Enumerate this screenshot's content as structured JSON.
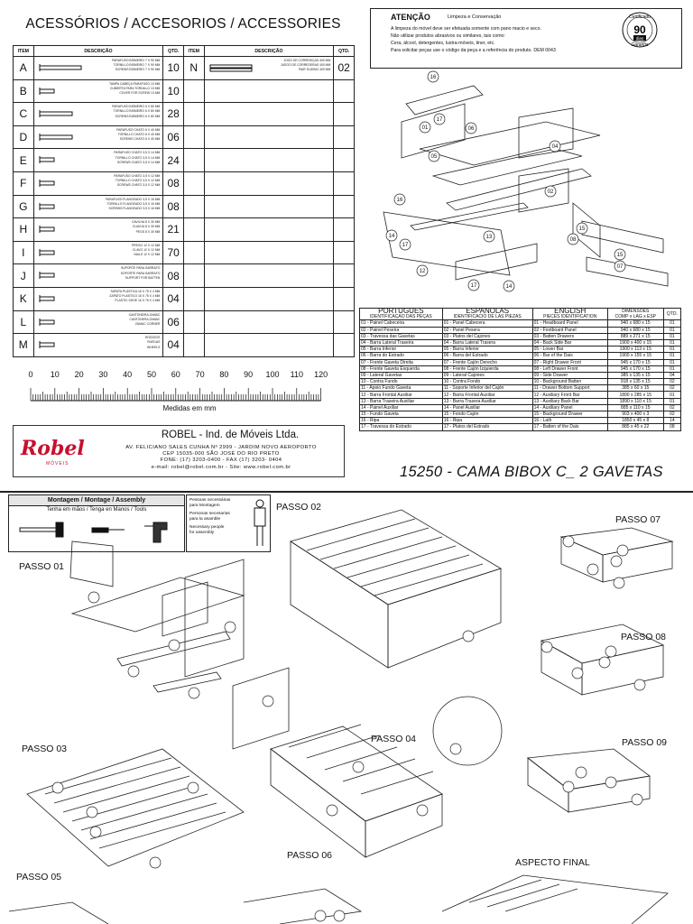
{
  "header": {
    "title": "ACESSÓRIOS / ACCESORIOS / ACCESSORIES"
  },
  "acc_table": {
    "col_item": "ITEM",
    "col_desc": "DESCRIÇÃO",
    "col_qty": "QTD.",
    "rows": [
      {
        "item": "A",
        "qty": "10",
        "desc": [
          "PARAFUSO BISMEIRO 7 X 90 MM",
          "TORNILLO BISMEIRO 7 X 90 MM",
          "SCREWS BISMEIRO 7 X 90 MM"
        ],
        "icon": "long-screw-icon"
      },
      {
        "item": "B",
        "qty": "10",
        "desc": [
          "TAMPA CABEÇA PARAFUSO 13 MM",
          "CUBIERTA PARA TORNILLO 13 MM",
          "COVER FOR SCREW 13 MM"
        ],
        "icon": "screw-cover-icon"
      },
      {
        "item": "C",
        "qty": "28",
        "desc": [
          "PARAFUSO BISMEIRO 6 X 80 MM",
          "TORNILLO BISMEIRO 6 X 80 MM",
          "SCREWS BISMEIRO 6 X 80 MM"
        ],
        "icon": "screw-icon"
      },
      {
        "item": "D",
        "qty": "06",
        "desc": [
          "PARAFUSO CHATO 6 X 40 MM",
          "TORNILLO CHATO 6 X 40 MM",
          "SCREWS CHATO 6 X 40 MM"
        ],
        "icon": "screw-icon"
      },
      {
        "item": "E",
        "qty": "24",
        "desc": [
          "PARAFUSO CHATO 3,5 X 14 MM",
          "TORNILLO CHATO 3,5 X 14 MM",
          "SCREWS CHATO 3,5 X 14 MM"
        ],
        "icon": "short-screw-icon"
      },
      {
        "item": "F",
        "qty": "08",
        "desc": [
          "PARAFUSO CHATO 3,5 X 12 MM",
          "TORNILLO CHATO 3,5 X 12 MM",
          "SCREWS CHATO 3,5 X 12 MM"
        ],
        "icon": "short-screw-icon"
      },
      {
        "item": "G",
        "qty": "08",
        "desc": [
          "PARAFUSO FLANGEADO 3,5 X 16 MM",
          "TORNILLO FLANGEADO 3,5 X 16 MM",
          "SCREWS FLANGEADO 3,5 X 16 MM"
        ],
        "icon": "flange-screw-icon"
      },
      {
        "item": "H",
        "qty": "21",
        "desc": [
          "CAVILHA 8 X 30 MM",
          "CLAVIJA 8 X 30 MM",
          "PEGS 8 X 30 MM"
        ],
        "icon": "dowel-icon"
      },
      {
        "item": "I",
        "qty": "70",
        "desc": [
          "PREGO 12 X 12 MM",
          "CLAVO 12 X 12 MM",
          "NAILS 12 X 12 MM"
        ],
        "icon": "nail-icon"
      },
      {
        "item": "J",
        "qty": "08",
        "desc": [
          "SUPORTE PARA SARRAFO",
          "SOPORTE PARA SARRAFO",
          "SUPPORT FOR BATTEN"
        ],
        "icon": "batten-support-icon"
      },
      {
        "item": "K",
        "qty": "04",
        "desc": [
          "SAPATA PLÁSTICA 16 X 75 X 4 MM",
          "ZAPATO PLÁSTICO 16 X 75 X 4 MM",
          "PLASTIC SHOE 16 X 75 X 4 MM"
        ],
        "icon": "plastic-shoe-icon"
      },
      {
        "item": "L",
        "qty": "06",
        "desc": [
          "CANTONEIRA ZAMAC",
          "CANTONERA ZAMAC",
          "ZAMAC CORNER"
        ],
        "icon": "corner-bracket-icon"
      },
      {
        "item": "M",
        "qty": "04",
        "desc": [
          "RODÍZIOS",
          "RUEDAS",
          "WHEELS"
        ],
        "icon": "caster-wheel-icon"
      }
    ],
    "extra": {
      "item": "N",
      "qty": "02",
      "desc": [
        "JOGO DE CORREDIÇAS 400 MM",
        "JUEGO DE CORREDERAS 400 MM",
        "PAIR SLIDING 400 MM"
      ],
      "icon": "drawer-slide-icon"
    }
  },
  "ruler": {
    "ticks": [
      "0",
      "10",
      "20",
      "30",
      "40",
      "50",
      "60",
      "70",
      "80",
      "90",
      "100",
      "110",
      "120"
    ],
    "caption": "Medidas em mm"
  },
  "company": {
    "name": "ROBEL - Ind. de Móveis Ltda.",
    "addr1": "AV. FELICIANO SALES CUNHA Nº 2999 - JARDIM NOVO AEROPORTO",
    "addr2": "CEP 15035-000 SÃO JOSÉ DO RIO PRETO",
    "phone": "FONE: (17) 3203-0400 - FAX (17) 3203- 0404",
    "web": "e-mail: robel@robel.com.br - Site: www.robel.com.br",
    "logo": "Robel",
    "logo_sub": "MÓVEIS"
  },
  "attention": {
    "title": "ATENÇÃO",
    "subtitle": "Limpeza e Conservação",
    "lines": [
      "A limpeza do móvel deve ser efetuada somente com pano macio e seco.",
      "Não utilizar produtos abrasivos ou similares, tais como:",
      "Cera, álcool, detergentes, lustra-móveis, tiner, etc.",
      "Para solicitar peças use o código da peça e a referência do produto.  DEM 0043"
    ],
    "badge_top": "Certificado",
    "badge_num": "90",
    "badge_days": "dias",
    "badge_bottom": "Garantia"
  },
  "parts_table": {
    "headers": {
      "pt": "PORTUGUES",
      "pt_sub": "IDENTIFICAÇÃO DAS PEÇAS",
      "es": "ESPAÑOLAS",
      "es_sub": "IDENTIFICACIÓ DE LAS PIEZAS",
      "en": "ENGLISH",
      "en_sub": "PIECES IDENTIFICATION",
      "dim": "DIMENSÕES",
      "dim_sub": "COMP x LAG x ESP",
      "qty": "QTD."
    },
    "rows": [
      [
        "01 - Painel Cabeceira",
        "01 - Panel Cabecera",
        "01 - Headboard Panel",
        "940 x 680 x 15",
        "01"
      ],
      [
        "02 - Painel Peseira",
        "02 - Panel Pesera",
        "02 - Footboard Panel",
        "940 x 680 x 15",
        "01"
      ],
      [
        "03 - Travessa das Gavetas",
        "03 - Platos del Cajones",
        "03 - Batten Drawers",
        "889 x 271 x 15",
        "01"
      ],
      [
        "04 - Barra Lateral Traseira",
        "04 - Barra Lateral Trasera",
        "04 - Back Side Bar",
        "1900 x 400 x 15",
        "01"
      ],
      [
        "05 - Barra Inferior",
        "05 - Barra Inferior",
        "05 - Lower Bar",
        "1900 x 113 x 15",
        "01"
      ],
      [
        "06 - Barra do Estrado",
        "06 - Barra del Estrado",
        "06 - Bar of the Dais",
        "1900 x 155 x 15",
        "01"
      ],
      [
        "07 - Frente Gaveta Direita",
        "07 - Frente Cajón Derecho",
        "07 - Right Drawer Front",
        "945 x 170 x 15",
        "01"
      ],
      [
        "08 - Frente Gaveta Esquerda",
        "08 - Frente Cajón Izquierda",
        "08 - Left Drawer Front",
        "945 x 170 x 15",
        "01"
      ],
      [
        "09 - Lateral Gavetas",
        "09 - Lateral Cajones",
        "09 - Side Drawer",
        "385 x 135 x 15",
        "04"
      ],
      [
        "10 - Contra Fundo",
        "10 - Contra Fondo",
        "10 - Background Batten",
        "918 x 135 x 15",
        "02"
      ],
      [
        "11 - Apoio Fundo Gaveta",
        "11 - Soporte Inferior del Cajón",
        "11 - Drawer Bottom Support",
        "385 x 60 x 15",
        "02"
      ],
      [
        "12 - Barra Frontal Auxiliar",
        "12 - Barra Frontal Auxiliar",
        "12 - Auxiliary Front Bar",
        "1890 x 285 x 15",
        "01"
      ],
      [
        "13 - Barra Traseira Auxiliar",
        "13 - Barra Trasera Auxiliar",
        "13 - Auxiliary Back Bar",
        "1890 x 110 x 15",
        "01"
      ],
      [
        "14 - Painel Auxiliar",
        "14 - Panel Auxiliar",
        "14 - Auxiliary Panel",
        "885 x 110 x 15",
        "02"
      ],
      [
        "15 - Fundo Gaveta",
        "15 - Fondo Cajón",
        "15 - Background Drawer",
        "903 x 400 x 3",
        "02"
      ],
      [
        "16 - Ripa",
        "16 - Ripa",
        "16 - Lath",
        "1850 x 45 x 8",
        "14"
      ],
      [
        "17 - Travessa do Estrado",
        "17 - Platos del Estrado",
        "17 - Batten of the Dais",
        "885 x 45 x 22",
        "08"
      ]
    ]
  },
  "product_title": "15250 - CAMA BIBOX C_ 2 GAVETAS",
  "assembly": {
    "title": "Montagem / Montage / Assembly",
    "tools": "Tenha em mãos / Tenga en Manos / Tools",
    "people_lines": [
      "Pessoas necessárias",
      "para Montagem",
      "Personas necesarias",
      "para la asamble",
      "Necessary people",
      "for assembly"
    ],
    "steps": [
      "PASSO 01",
      "PASSO 02",
      "PASSO 03",
      "PASSO 04",
      "PASSO 05",
      "PASSO 06",
      "PASSO 07",
      "PASSO 08",
      "PASSO 09"
    ],
    "final": "ASPECTO FINAL"
  }
}
